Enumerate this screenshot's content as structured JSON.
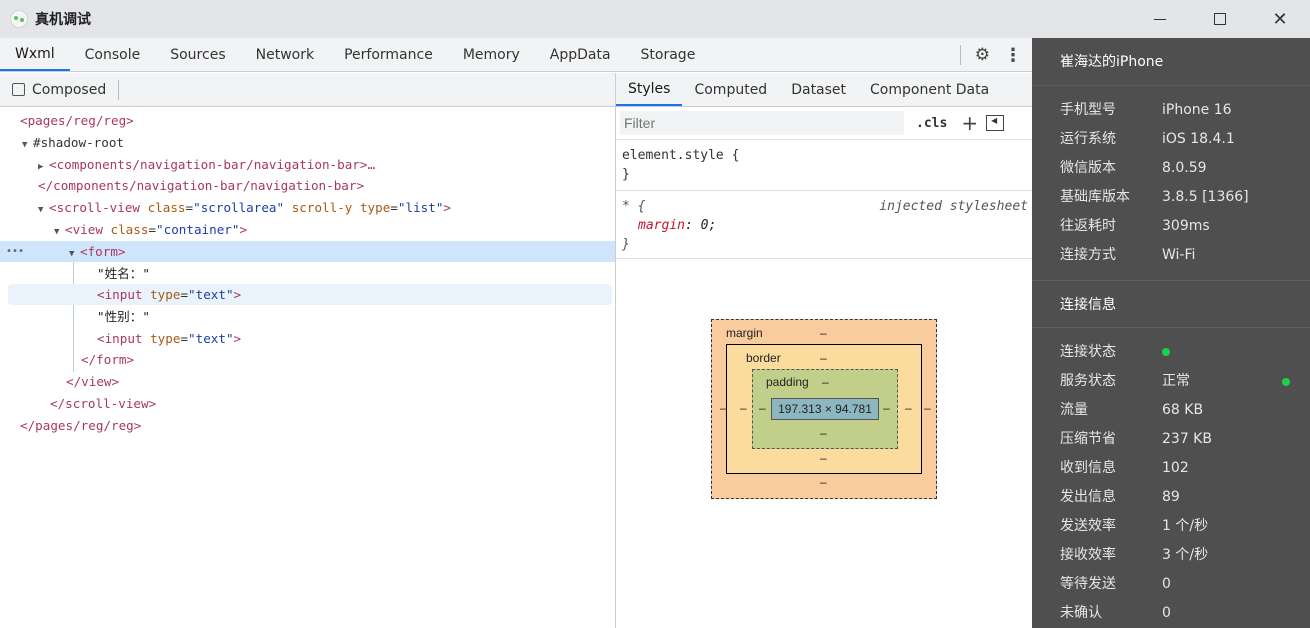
{
  "app": {
    "title": "真机调试"
  },
  "tabs": [
    "Wxml",
    "Console",
    "Sources",
    "Network",
    "Performance",
    "Memory",
    "AppData",
    "Storage"
  ],
  "active_tab": "Wxml",
  "wxml": {
    "composed_label": "Composed",
    "tree": [
      {
        "text_root_open": "<pages/reg/reg>"
      },
      {
        "shadow": "#shadow-root"
      },
      {
        "nav_open": "<components/navigation-bar/navigation-bar>…"
      },
      {
        "nav_close": "</components/navigation-bar/navigation-bar>"
      }
    ],
    "lines": {
      "l1": "<pages/reg/reg>",
      "l2": "#shadow-root",
      "l3": "<components/navigation-bar/navigation-bar>…",
      "l4": "</components/navigation-bar/navigation-bar>",
      "l5_tag": "<scroll-view",
      "l5_a1": "class",
      "l5_v1": "\"scrollarea\"",
      "l5_a2": "scroll-y",
      "l5_a3": "type",
      "l5_v3": "\"list\"",
      "l5_end": ">",
      "l6_tag": "<view",
      "l6_a1": "class",
      "l6_v1": "\"container\"",
      "l6_end": ">",
      "l7": "<form>",
      "l8": "\"姓名：\"",
      "l9_tag": "<input",
      "l9_a1": "type",
      "l9_v1": "\"text\"",
      "l9_end": ">",
      "l10": "\"性别：\"",
      "l11_tag": "<input",
      "l11_a1": "type",
      "l11_v1": "\"text\"",
      "l11_end": ">",
      "l12": "</form>",
      "l13": "</view>",
      "l14": "</scroll-view>",
      "l15": "</pages/reg/reg>",
      "dots": "•••"
    }
  },
  "styles": {
    "tabs": [
      "Styles",
      "Computed",
      "Dataset",
      "Component Data"
    ],
    "active_tab": "Styles",
    "filter_placeholder": "Filter",
    "cls_label": ".cls",
    "plus_label": "+",
    "rule1_selector": "element.style {",
    "rule1_close": "}",
    "rule2_selector": "* {",
    "rule2_source": "injected stylesheet",
    "rule2_prop": "margin",
    "rule2_value": "0;",
    "rule2_close": "}",
    "box_model": {
      "margin_label": "margin",
      "border_label": "border",
      "padding_label": "padding",
      "dash": "–",
      "content_size": "197.313 × 94.781"
    }
  },
  "device": {
    "title": "崔海达的iPhone",
    "info": [
      {
        "key": "手机型号",
        "value": "iPhone 16"
      },
      {
        "key": "运行系统",
        "value": "iOS 18.4.1"
      },
      {
        "key": "微信版本",
        "value": "8.0.59"
      },
      {
        "key": "基础库版本",
        "value": "3.8.5 [1366]"
      },
      {
        "key": "往返耗时",
        "value": "309ms"
      },
      {
        "key": "连接方式",
        "value": "Wi-Fi"
      }
    ],
    "connection_title": "连接信息",
    "connection": [
      {
        "key": "连接状态",
        "value": ""
      },
      {
        "key": "服务状态",
        "value": "正常"
      },
      {
        "key": "流量",
        "value": "68 KB"
      },
      {
        "key": "压缩节省",
        "value": "237 KB"
      },
      {
        "key": "收到信息",
        "value": "102"
      },
      {
        "key": "发出信息",
        "value": "89"
      },
      {
        "key": "发送效率",
        "value": "1 个/秒"
      },
      {
        "key": "接收效率",
        "value": "3 个/秒"
      },
      {
        "key": "等待发送",
        "value": "0"
      },
      {
        "key": "未确认",
        "value": "0"
      }
    ],
    "status_color": "#19d04a"
  }
}
